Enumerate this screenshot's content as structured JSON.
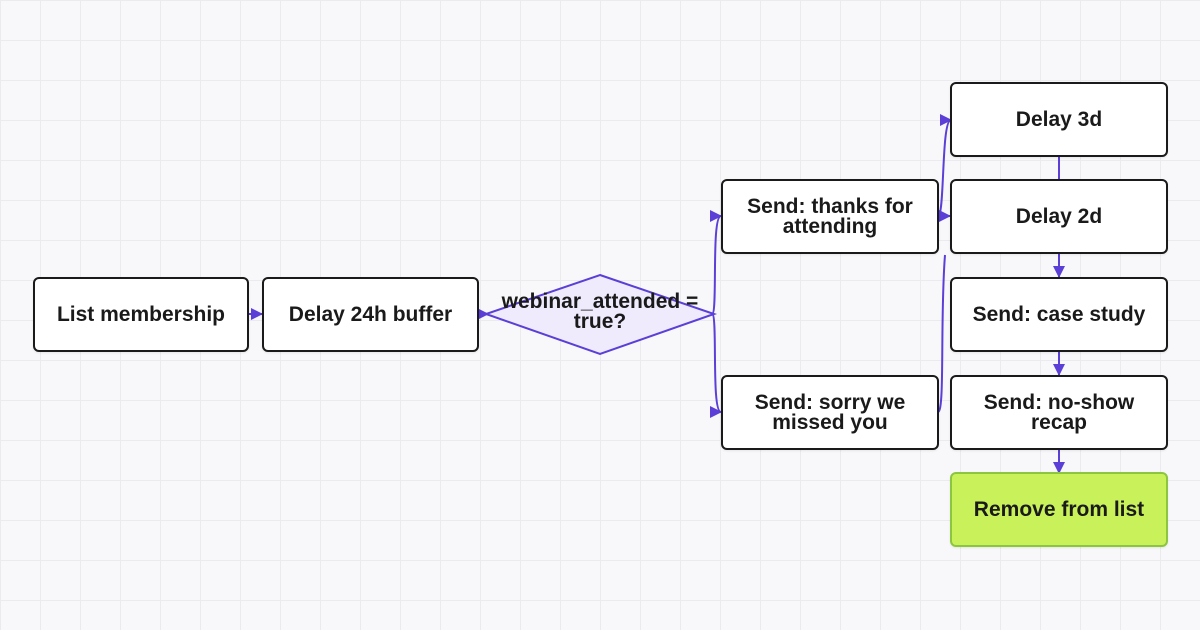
{
  "diagram": {
    "colors": {
      "connector": "#5b3fd6",
      "node_border": "#1a1a1a",
      "node_fill": "#ffffff",
      "decision_fill": "#efeafc",
      "terminal_fill": "#c9f25a",
      "terminal_border": "#8cc63f"
    },
    "nodes": {
      "trigger": "List membership",
      "delay_buffer": "Delay 24h buffer",
      "decision": "webinar_attended = true?",
      "send_thanks": "Send: thanks for attending",
      "send_sorry": "Send: sorry we missed you",
      "delay_3d": "Delay 3d",
      "delay_2d": "Delay 2d",
      "send_case_study": "Send: case study",
      "send_recap": "Send: no-show recap",
      "remove": "Remove from list"
    }
  }
}
